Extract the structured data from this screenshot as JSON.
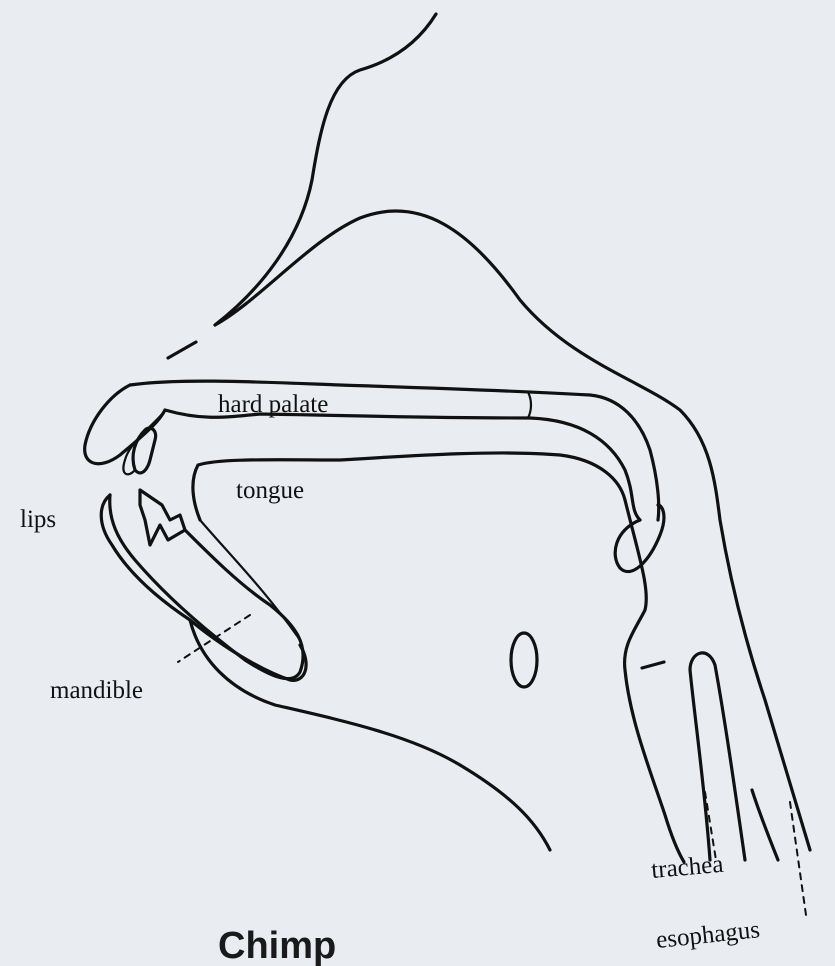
{
  "title": "Chimp",
  "labels": {
    "hard_palate": "hard palate",
    "tongue": "tongue",
    "lips": "lips",
    "mandible": "mandible",
    "trachea": "trachea",
    "esophagus": "esophagus"
  }
}
